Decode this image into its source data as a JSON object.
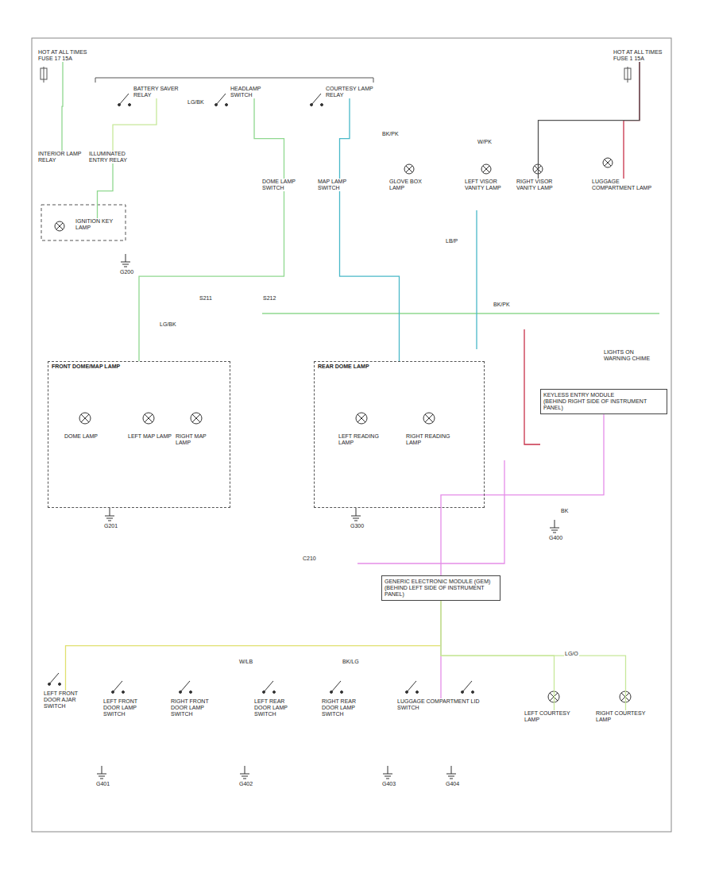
{
  "diagram": {
    "nodes": [
      {
        "text": [
          "HOT AT ALL TIMES",
          "FUSE 17 15A"
        ]
      },
      {
        "text": [
          "HOT AT ALL TIMES",
          "FUSE 1 15A"
        ]
      },
      {
        "text": [
          "BATTERY SAVER RELAY"
        ]
      },
      {
        "text": [
          "HEADLAMP SWITCH"
        ]
      },
      {
        "text": [
          "COURTESY LAMP RELAY"
        ]
      },
      {
        "text": [
          "INTERIOR LAMP RELAY"
        ]
      },
      {
        "text": [
          "ILLUMINATED ENTRY RELAY"
        ]
      },
      {
        "text": [
          "DOME LAMP SWITCH"
        ]
      },
      {
        "text": [
          "MAP LAMP SWITCH"
        ]
      },
      {
        "text": [
          "GLOVE BOX LAMP"
        ]
      },
      {
        "text": [
          "LEFT VISOR VANITY LAMP"
        ]
      },
      {
        "text": [
          "RIGHT VISOR VANITY LAMP"
        ]
      },
      {
        "text": [
          "LUGGAGE COMPARTMENT LAMP"
        ]
      },
      {
        "text": [
          "IGNITION KEY LAMP"
        ]
      },
      {
        "text": [
          "LIGHTS ON WARNING CHIME"
        ]
      },
      {
        "text": [
          "FRONT DOME/MAP LAMP"
        ]
      },
      {
        "text": [
          "DOME LAMP"
        ],
        "in": 15
      },
      {
        "text": [
          "LEFT MAP LAMP"
        ],
        "in": 15
      },
      {
        "text": [
          "RIGHT MAP LAMP"
        ],
        "in": 15
      },
      {
        "text": [
          "REAR DOME LAMP"
        ]
      },
      {
        "text": [
          "LEFT READING LAMP"
        ],
        "in": 19
      },
      {
        "text": [
          "RIGHT READING LAMP"
        ],
        "in": 19
      },
      {
        "text": [
          "KEYLESS ENTRY MODULE",
          "(BEHIND RIGHT SIDE OF INSTRUMENT PANEL)"
        ]
      },
      {
        "text": [
          "GENERIC ELECTRONIC MODULE (GEM)",
          "(BEHIND LEFT SIDE OF INSTRUMENT PANEL)"
        ]
      },
      {
        "text": [
          "LEFT FRONT DOOR AJAR SWITCH"
        ]
      },
      {
        "text": [
          "LEFT FRONT DOOR LAMP SWITCH"
        ]
      },
      {
        "text": [
          "RIGHT FRONT DOOR LAMP SWITCH"
        ]
      },
      {
        "text": [
          "LEFT REAR DOOR LAMP SWITCH"
        ]
      },
      {
        "text": [
          "RIGHT REAR DOOR LAMP SWITCH"
        ]
      },
      {
        "text": [
          "LUGGAGE COMPARTMENT LID SWITCH"
        ]
      },
      {
        "text": [
          "LEFT COURTESY LAMP"
        ]
      },
      {
        "text": [
          "RIGHT COURTESY LAMP"
        ]
      }
    ],
    "edges": [
      {
        "from": 0,
        "to": 5,
        "arrow": "none"
      },
      {
        "from": 2,
        "to": 6,
        "arrow": "none"
      },
      {
        "from": 3,
        "to": 7,
        "arrow": "none"
      },
      {
        "from": 4,
        "to": 8,
        "arrow": "none"
      },
      {
        "from": 7,
        "to": 15,
        "arrow": "none"
      },
      {
        "from": 8,
        "to": 19,
        "arrow": "none"
      },
      {
        "from": 1,
        "to": 12,
        "arrow": "none"
      },
      {
        "from": 1,
        "to": 11,
        "arrow": "none"
      },
      {
        "from": 22,
        "to": 23,
        "arrow": "none"
      },
      {
        "from": 23,
        "to": 24,
        "arrow": "none"
      },
      {
        "from": 23,
        "to": 29,
        "arrow": "none"
      },
      {
        "from": 23,
        "to": 30,
        "arrow": "none"
      },
      {
        "from": 23,
        "to": 31,
        "arrow": "none"
      },
      {
        "from": 6,
        "to": 13,
        "arrow": "none"
      }
    ],
    "labels": [
      "LG/BK",
      "BK/PK",
      "W/PK",
      "LB/P",
      "G200",
      "S211",
      "S212",
      "LG/BK",
      "BK/PK",
      "G201",
      "G300",
      "C210",
      "BK",
      "G400",
      "W/LB",
      "BK/LG",
      "LG/O",
      "G401",
      "G402",
      "G403",
      "G404"
    ]
  }
}
